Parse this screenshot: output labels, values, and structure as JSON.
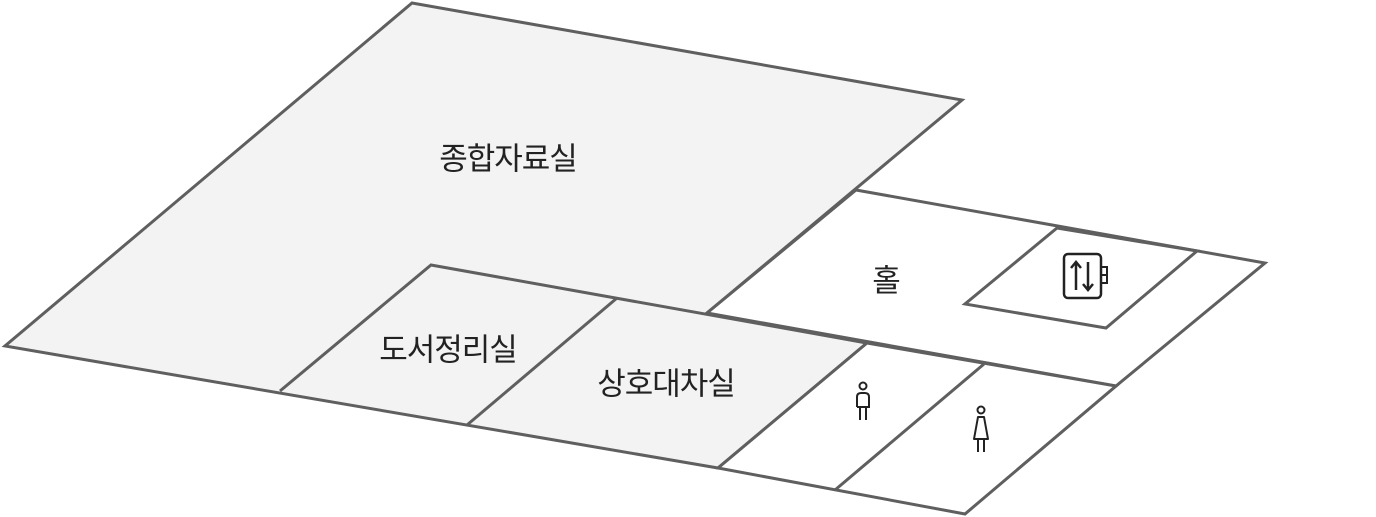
{
  "map": {
    "colors": {
      "stroke": "#5f5f5f",
      "room_fill_gray": "#f3f3f3",
      "room_fill_white": "#ffffff",
      "text": "#222222",
      "icon": "#222222"
    },
    "rooms": [
      {
        "id": "general-materials-room",
        "label": "종합자료실"
      },
      {
        "id": "book-processing-room",
        "label": "도서정리실"
      },
      {
        "id": "interlibrary-loan-room",
        "label": "상호대차실"
      },
      {
        "id": "hall",
        "label": "홀"
      }
    ],
    "icons": {
      "elevator": "elevator-icon",
      "restroom_male": "male-restroom-icon",
      "restroom_female": "female-restroom-icon"
    }
  }
}
